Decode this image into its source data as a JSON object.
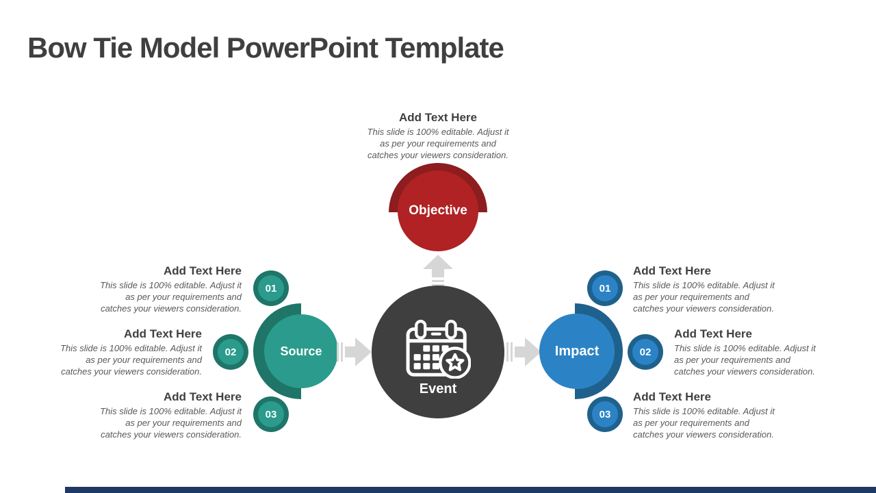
{
  "title": "Bow Tie Model PowerPoint Template",
  "placeholder": {
    "heading": "Add Text Here",
    "line1": "This slide is 100% editable. Adjust it",
    "line2": "as per your requirements and",
    "line3": "catches your viewers consideration."
  },
  "nodes": {
    "objective": "Objective",
    "source": "Source",
    "event": "Event",
    "impact": "Impact"
  },
  "badges": {
    "left": [
      "01",
      "02",
      "03"
    ],
    "right": [
      "01",
      "02",
      "03"
    ]
  },
  "icons": {
    "event_icon": "calendar-star-icon",
    "flow_icon": "arrow-right-icon",
    "objective_icon": "arrow-up-icon"
  },
  "colors": {
    "teal": "#2a9b8c",
    "teal_dark": "#1e7568",
    "blue": "#2b83c5",
    "blue_dark": "#1f618d",
    "red": "#b02224",
    "red_dark": "#8d1d1f",
    "event_gray": "#3f3f3f",
    "arrow_gray": "#d6d6d6",
    "heading_text": "#404040",
    "body_text": "#595959",
    "footer_bar": "#1f3864"
  }
}
